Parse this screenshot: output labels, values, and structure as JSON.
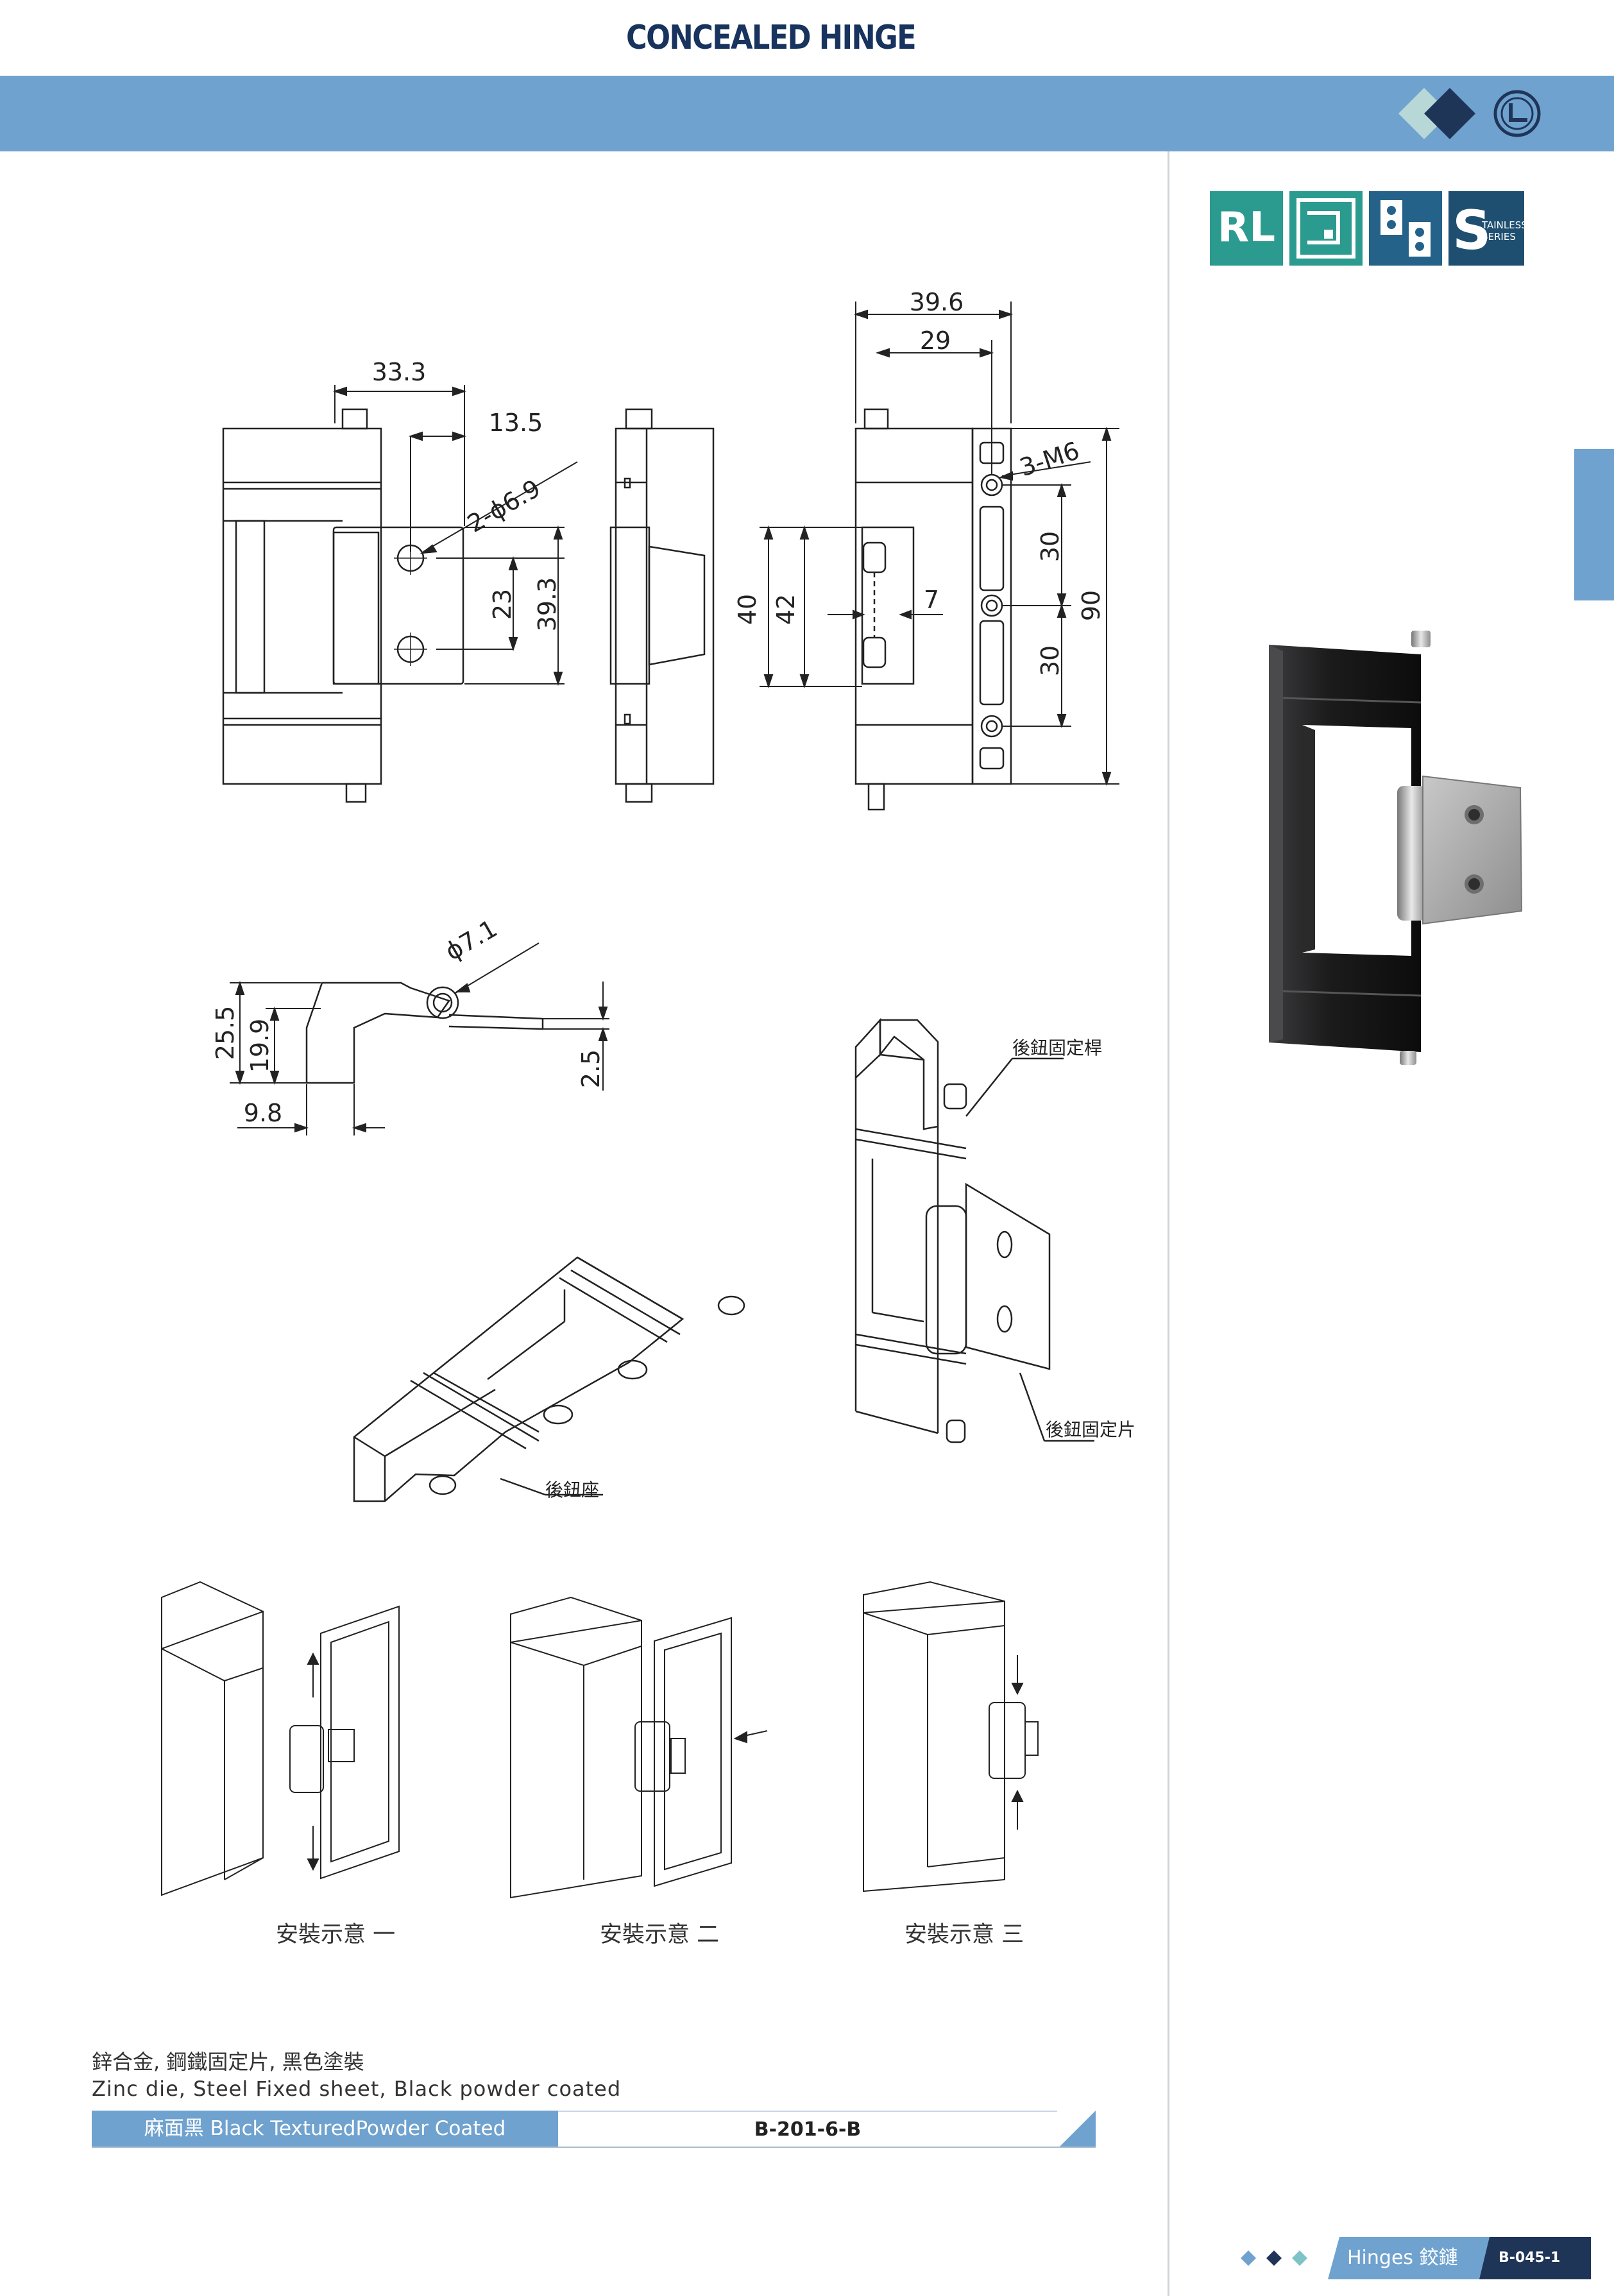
{
  "header": {
    "title_cn": "內裝鉸鏈",
    "separator": "I",
    "title_en": "CONCEALED HINGE",
    "model_code": "B-201-6-B",
    "brand_color": "#6fa2cf",
    "title_en_color": "#17335e"
  },
  "feature_icons": [
    {
      "name": "rl-icon",
      "label": "RL"
    },
    {
      "name": "panel-icon",
      "label": ""
    },
    {
      "name": "hinge-swap-icon",
      "label": ""
    },
    {
      "name": "stainless-series-icon",
      "label": "S",
      "sublabel_1": "TAINLESS",
      "sublabel_2": "SERIES"
    }
  ],
  "dimensions": {
    "d39_6": "39.6",
    "d29": "29",
    "d33_3": "33.3",
    "d13_5": "13.5",
    "hole_dia": "2-ϕ6.9",
    "d23": "23",
    "d39_3": "39.3",
    "thread": "3-M6",
    "d40": "40",
    "d42": "42",
    "d7": "7",
    "d30a": "30",
    "d30b": "30",
    "d90": "90",
    "pin_dia": "ϕ7.1",
    "d25_5": "25.5",
    "d19_9": "19.9",
    "d9_8": "9.8",
    "d2_5": "2.5"
  },
  "callouts": {
    "rear_pin": "後鈕固定桿",
    "rear_plate": "後鈕固定片",
    "rear_base": "後鈕座"
  },
  "install_captions": [
    "安裝示意 一",
    "安裝示意 二",
    "安裝示意 三"
  ],
  "material": {
    "cn": "鋅合金, 鋼鐵固定片, 黑色塗裝",
    "en": "Zinc die, Steel Fixed sheet, Black powder coated"
  },
  "finish_table": {
    "finish": "麻面黑 Black TexturedPowder Coated",
    "code": "B-201-6-B"
  },
  "footer": {
    "section": "Hinges 鉸鏈",
    "page_code": "B-045-1"
  }
}
